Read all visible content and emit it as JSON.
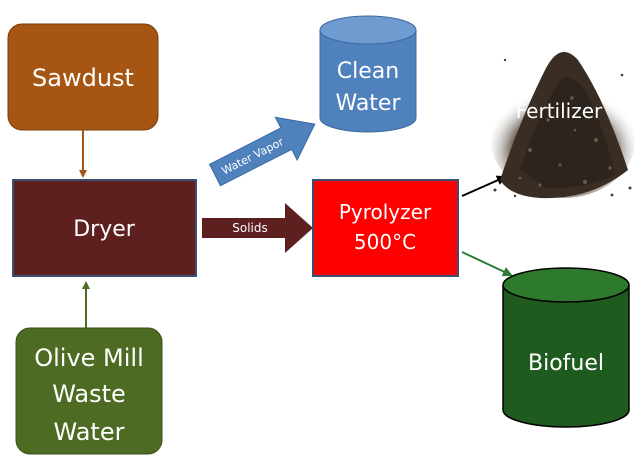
{
  "nodes": {
    "sawdust": {
      "label": "Sawdust",
      "fill": "#A65512"
    },
    "dryer": {
      "label": "Dryer",
      "fill": "#5E1F1F"
    },
    "olive_mill": {
      "line1": "Olive Mill",
      "line2": "Waste",
      "line3": "Water",
      "fill": "#4E6B24"
    },
    "pyrolyzer": {
      "line1": "Pyrolyzer",
      "line2": "500°C",
      "fill": "#FF0000"
    },
    "clean_water": {
      "line1": "Clean",
      "line2": "Water",
      "fill": "#4F81BD"
    },
    "fertilizer": {
      "label": "Fertilizer",
      "pile_color": "#3A2E24"
    },
    "biofuel": {
      "label": "Biofuel",
      "fill": "#1F5B1F"
    }
  },
  "arrows": {
    "water_vapor": {
      "label": "Water Vapor",
      "fill": "#4F81BD"
    },
    "solids": {
      "label": "Solids",
      "fill": "#5E1F1F"
    }
  },
  "colors": {
    "connector_brown": "#A65512",
    "connector_green": "#4E6B24",
    "connector_black": "#000000",
    "connector_biofuel": "#2E7D32",
    "box_border": "#3C4E72"
  }
}
